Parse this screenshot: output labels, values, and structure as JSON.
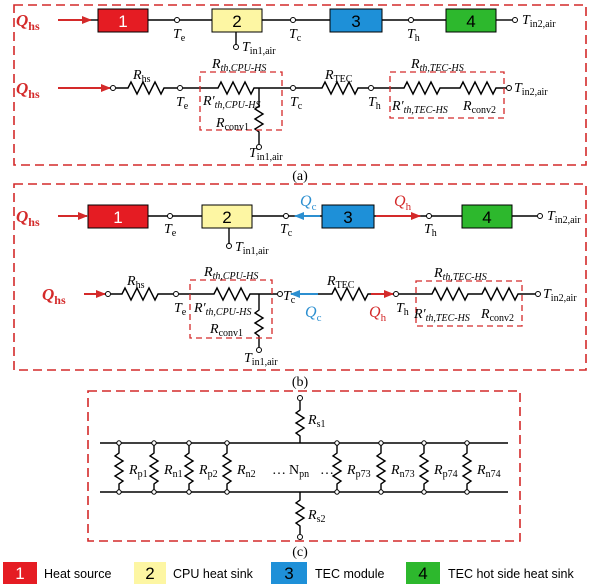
{
  "colors": {
    "heat_source": "#e51c23",
    "cpu_heat_sink": "#fdf6a3",
    "tec_module": "#1e90d8",
    "tec_hot_side_heat_sink": "#2db82d",
    "dashed_border": "#d42a2a",
    "arrow_red": "#d42a2a",
    "arrow_blue": "#2c8fd0"
  },
  "panels": {
    "a": {
      "caption": "(a)",
      "q_in": "Q",
      "q_in_sub": "hs",
      "blocks": [
        "1",
        "2",
        "3",
        "4"
      ],
      "nodes": {
        "te": [
          "T",
          "e"
        ],
        "tc": [
          "T",
          "c"
        ],
        "th": [
          "T",
          "h"
        ],
        "tin1": [
          "T",
          "in1,air"
        ],
        "tin2": [
          "T",
          "in2,air"
        ]
      },
      "resistors": {
        "rhs": [
          "R",
          "hs"
        ],
        "rcpu": [
          "R",
          "th,CPU-HS"
        ],
        "rcpu_p": [
          "R′",
          "th,CPU-HS"
        ],
        "rconv1": [
          "R",
          "conv1"
        ],
        "rtec": [
          "R",
          "TEC"
        ],
        "rtecHS": [
          "R",
          "th,TEC-HS"
        ],
        "rtecHS_p": [
          "R′",
          "th,TEC-HS"
        ],
        "rconv2": [
          "R",
          "conv2"
        ]
      }
    },
    "b": {
      "caption": "(b)",
      "q_in": "Q",
      "q_in_sub": "hs",
      "qc": [
        "Q",
        "c"
      ],
      "qh": [
        "Q",
        "h"
      ]
    },
    "c": {
      "caption": "(c)",
      "rs1": [
        "R",
        "s1"
      ],
      "rs2": [
        "R",
        "s2"
      ],
      "rp1": [
        "R",
        "p1"
      ],
      "rn1": [
        "R",
        "n1"
      ],
      "rp2": [
        "R",
        "p2"
      ],
      "rn2": [
        "R",
        "n2"
      ],
      "npn": [
        "N",
        "pn"
      ],
      "rp73": [
        "R",
        "p73"
      ],
      "rn73": [
        "R",
        "n73"
      ],
      "rp74": [
        "R",
        "p74"
      ],
      "rn74": [
        "R",
        "n74"
      ],
      "dots": "…"
    }
  },
  "legend": [
    {
      "num": "1",
      "label": "Heat source",
      "color": "#e51c23",
      "numColor": "#ffffff"
    },
    {
      "num": "2",
      "label": "CPU heat sink",
      "color": "#fdf6a3",
      "numColor": "#000000"
    },
    {
      "num": "3",
      "label": "TEC module",
      "color": "#1e90d8",
      "numColor": "#000000"
    },
    {
      "num": "4",
      "label": "TEC hot side heat sink",
      "color": "#2db82d",
      "numColor": "#000000"
    }
  ]
}
